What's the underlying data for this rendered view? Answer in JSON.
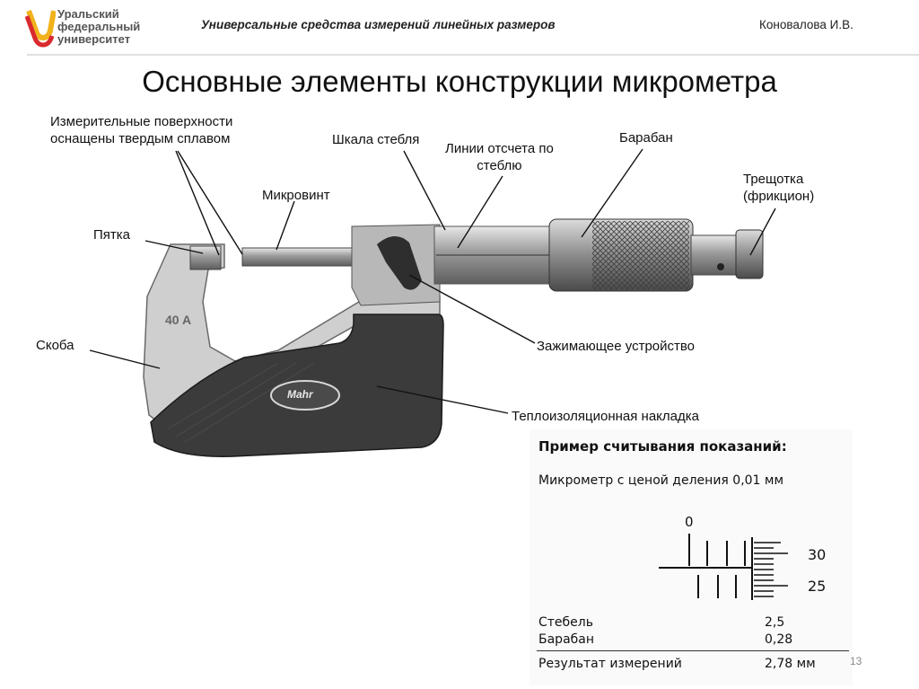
{
  "logo": {
    "lines": [
      "Уральский",
      "федеральный",
      "университет"
    ]
  },
  "header": {
    "subject": "Универсальные средства измерений линейных размеров",
    "author": "Коновалова И.В."
  },
  "title": "Основные элементы конструкции микрометра",
  "labels": {
    "surfaces": [
      "Измерительные поверхности",
      "оснащены твердым сплавом"
    ],
    "screw": "Микровинт",
    "anvil": "Пятка",
    "frame": "Скоба",
    "sleeve_scale": "Шкала стебля",
    "reference_lines": [
      "Линии отсчета по",
      "стеблю"
    ],
    "thimble": "Барабан",
    "ratchet": [
      "Трещотка",
      "(фрикцион)"
    ],
    "lock": "Зажимающее устройство",
    "insulation": "Теплоизоляционная накладка"
  },
  "device_marks": {
    "brand": "Mahr",
    "frame_mark": "40 A"
  },
  "example": {
    "title": "Пример считывания показаний:",
    "subtitle": "Микрометр с ценой деления 0,01 мм",
    "scale_zero": "0",
    "thimble_ticks": [
      "30",
      "25"
    ],
    "rows": [
      {
        "name": "Стебель",
        "value": "2,5"
      },
      {
        "name": "Барабан",
        "value": "0,28"
      }
    ],
    "result": {
      "name": "Результат измерений",
      "value": "2,78 мм"
    }
  },
  "page_number": "13",
  "colors": {
    "logo_red": "#d92a2e",
    "logo_yellow": "#f2b21b"
  }
}
